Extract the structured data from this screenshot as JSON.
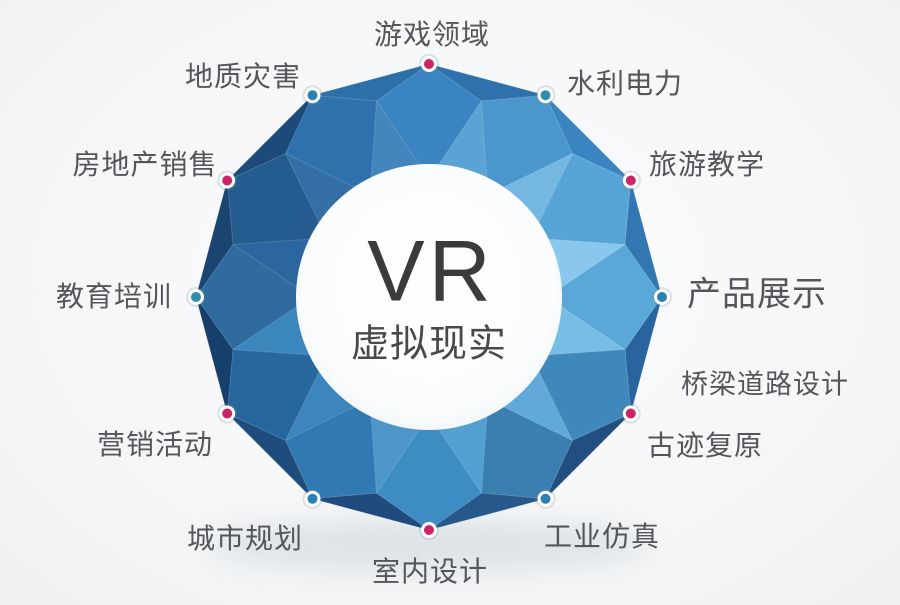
{
  "diagram": {
    "center_title": "VR",
    "center_subtitle": "虚拟现实"
  },
  "labels": [
    {
      "text": "游戏领域"
    },
    {
      "text": "水利电力"
    },
    {
      "text": "旅游教学"
    },
    {
      "text": "产品展示"
    },
    {
      "text": "桥梁道路设计"
    },
    {
      "text": "古迹复原"
    },
    {
      "text": "工业仿真"
    },
    {
      "text": "室内设计"
    },
    {
      "text": "城市规划"
    },
    {
      "text": "营销活动"
    },
    {
      "text": "教育培训"
    },
    {
      "text": "房地产销售"
    },
    {
      "text": "地质灾害"
    }
  ],
  "vertex_dots": [
    "pink",
    "teal",
    "pink",
    "blue",
    "pink",
    "blue",
    "pink",
    "blue",
    "pink",
    "teal",
    "pink",
    "blue"
  ],
  "colors": {
    "pink_dot": "#cd2367",
    "blue_dot": "#2b80b4",
    "teal_dot": "#2d8fad",
    "label_text": "#55565a",
    "center_text": "#3a3b3d",
    "circle_fill": "#fafcfd",
    "background": "#f6f7f8",
    "facet_light": [
      "#5aa3d4",
      "#74b8e2",
      "#8ac7ec",
      "#79bce5",
      "#60a9d8",
      "#549fd1",
      "#4c96ca",
      "#3d86bd",
      "#3c86be",
      "#2b679e",
      "#336fa5",
      "#4585bd"
    ],
    "facet_kite": [
      "#3a84c2",
      "#4a96cd",
      "#57a5d6",
      "#5aa8d8",
      "#3f88bc",
      "#3b7fb0",
      "#3e8cc4",
      "#3179b2",
      "#28679e",
      "#2f6b9f",
      "#245c90",
      "#2e71ac"
    ],
    "facet_bevel": [
      "#2e71ad",
      "#3a85c0",
      "#3277b1",
      "#2a649e",
      "#224f80",
      "#27588c",
      "#1f4c7c",
      "#1d4c7d",
      "#173f6b",
      "#1a4571",
      "#1c4a7a",
      "#2d6fa9"
    ]
  }
}
